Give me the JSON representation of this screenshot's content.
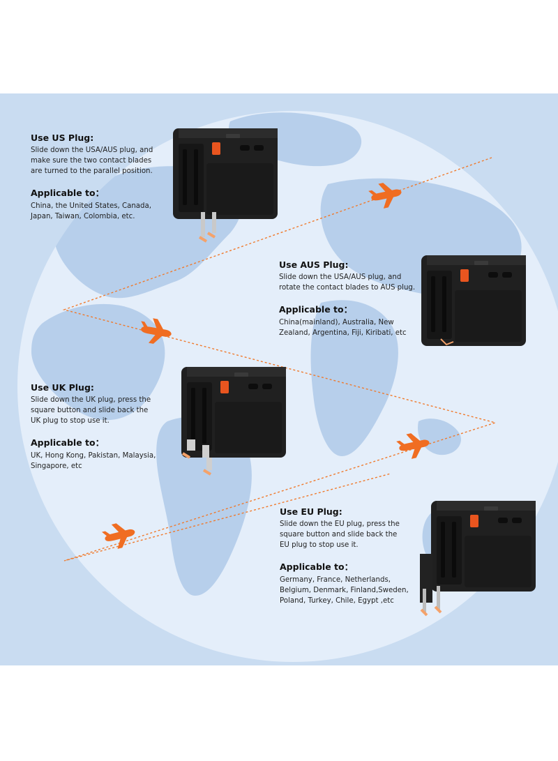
{
  "sections": [
    {
      "heading": "Use US Plug:",
      "instructions": [
        "Slide down the USA/AUS plug, and",
        "make sure the two contact blades",
        "are turned to the parallel position."
      ],
      "applicable_heading": "Applicable to：",
      "countries": [
        "China, the United States, Canada,",
        "Japan, Taiwan, Colombia, etc."
      ]
    },
    {
      "heading": "Use AUS Plug:",
      "instructions": [
        "Slide down the USA/AUS plug, and",
        "rotate the contact blades to AUS plug."
      ],
      "applicable_heading": "Applicable to：",
      "countries": [
        "China(mainland), Australia, New",
        "Zealand, Argentina, Fiji, Kiribati, etc"
      ]
    },
    {
      "heading": "Use UK Plug:",
      "instructions": [
        "Slide down the UK plug, press the",
        "square button and slide back the",
        "UK plug to stop use it."
      ],
      "applicable_heading": "Applicable to：",
      "countries": [
        "UK, Hong Kong, Pakistan, Malaysia,",
        "Singapore, etc"
      ]
    },
    {
      "heading": "Use EU Plug:",
      "instructions": [
        "Slide down the EU plug, press the",
        "square button and slide back the",
        "EU plug to stop use it."
      ],
      "applicable_heading": "Applicable to：",
      "countries": [
        "Germany, France, Netherlands,",
        "Belgium, Denmark, Finland,Sweden,",
        "Poland, Turkey, Chile, Egypt ,etc"
      ]
    }
  ],
  "colors": {
    "background": "#c9dcf1",
    "globe": "#e4eefa",
    "land": "#b7cfeb",
    "route": "#f07a2c",
    "airplane": "#f06d22",
    "adapter_body": "#1c1c1c",
    "usb_a_port": "#e8551f"
  },
  "icons": [
    "airplane-icon",
    "travel-adapter-icon"
  ]
}
